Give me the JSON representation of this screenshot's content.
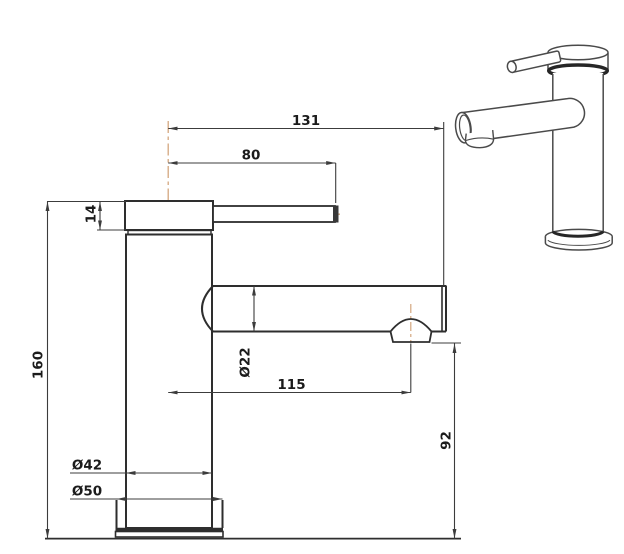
{
  "drawing": {
    "type": "faucet technical drawing",
    "views": {
      "side_view": "orthographic side elevation of single-lever basin mixer",
      "perspective_view": "isometric view of basin mixer"
    },
    "colors": {
      "background": "#ffffff",
      "object_line": "#2e2e2e",
      "dimension_line": "#3c3c3c",
      "centerline": "#d4a77f",
      "text": "#1b1b1b"
    },
    "dimensions": {
      "total_reach": "131",
      "spout_reach": "80",
      "cap_height": "14",
      "total_height": "160",
      "spout_diameter": "Ø22",
      "aerator_offset": "115",
      "body_diameter": "Ø42",
      "base_diameter": "Ø50",
      "outlet_height": "92"
    }
  }
}
